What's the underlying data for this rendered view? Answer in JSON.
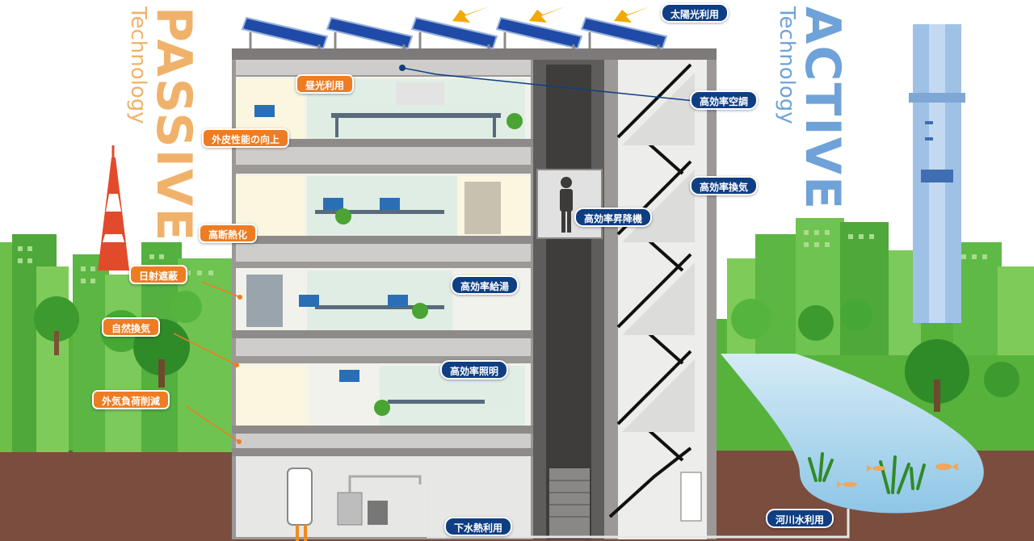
{
  "passive": {
    "title": "PASSIVE",
    "subtitle": "Technology",
    "color": "#f0b26b",
    "labels": {
      "daylight": "昼光利用",
      "envelope": "外皮性能の向上",
      "insulation": "高断熱化",
      "shading": "日射遮蔽",
      "natural_vent": "自然換気",
      "outside_air": "外気負荷削減"
    }
  },
  "active": {
    "title": "ACTIVE",
    "subtitle": "Technology",
    "color": "#6fa2d8",
    "labels": {
      "solar": "太陽光利用",
      "aircon": "高効率空調",
      "ventilation": "高効率換気",
      "elevator": "高効率昇降機",
      "water_heater": "高効率給湯",
      "lighting": "高効率照明",
      "sewage_heat": "下水熱利用",
      "river_water": "河川水利用"
    }
  },
  "colors": {
    "passive_label": "#ee7c22",
    "active_label": "#0f3e83",
    "sky": "#ffffff",
    "greenery": "#4caa33",
    "ground": "#7a4d3f",
    "river": "#b9dcef",
    "building_frame": "#8d8a89",
    "solar_panel": "#1f4aa8",
    "sun_arrow": "#f2a900"
  },
  "icons": [
    "tower-icon",
    "skyscraper-icon",
    "solar-panel-icon",
    "sun-ray-icon",
    "person-icon",
    "fish-icon",
    "water-plant-icon",
    "tree-icon"
  ]
}
